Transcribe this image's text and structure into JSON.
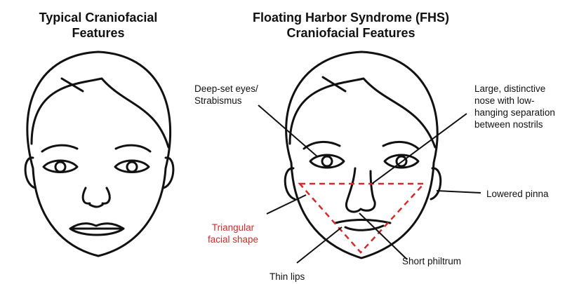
{
  "titles": {
    "left": [
      "Typical Craniofacial",
      "Features"
    ],
    "right": [
      "Floating Harbor Syndrome (FHS)",
      "Craniofacial Features"
    ]
  },
  "labels": {
    "deep_set_eyes": [
      "Deep-set eyes/",
      "Strabismus"
    ],
    "large_nose": [
      "Large, distinctive",
      "nose with low-",
      "hanging separation",
      "between nostrils"
    ],
    "lowered_pinna": "Lowered pinna",
    "triangular_shape": [
      "Triangular",
      "facial shape"
    ],
    "short_philtrum": "Short philtrum",
    "thin_lips": "Thin lips"
  },
  "colors": {
    "line": "#111111",
    "annotation_red": "#d42a2a"
  }
}
